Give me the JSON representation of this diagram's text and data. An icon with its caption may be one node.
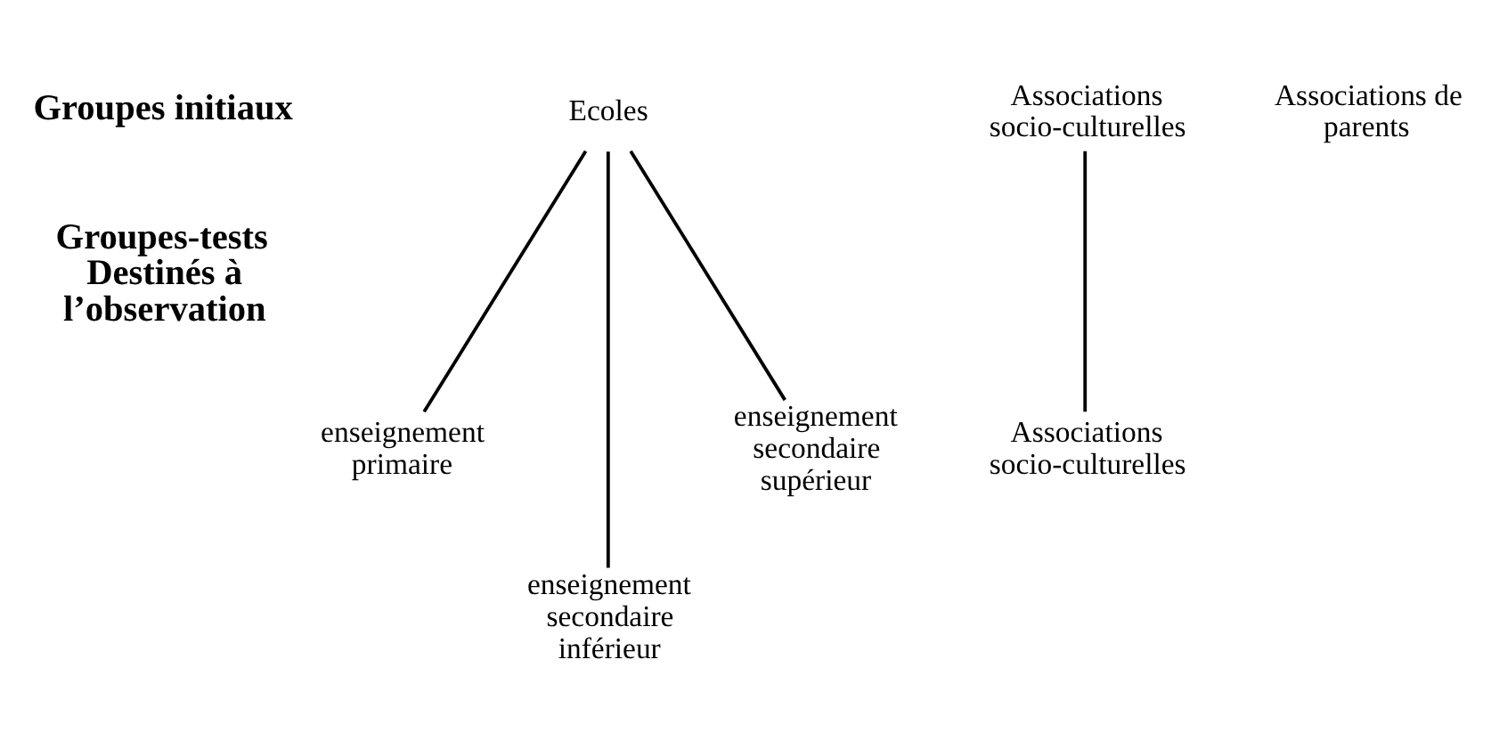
{
  "diagram": {
    "nodes": [
      {
        "text": [
          "Ecoles"
        ]
      },
      {
        "text": [
          "Associations socio-culturelles"
        ]
      },
      {
        "text": [
          "Associations de parents"
        ]
      },
      {
        "text": [
          "enseignement primaire"
        ]
      },
      {
        "text": [
          "enseignement secondaire inférieur"
        ]
      },
      {
        "text": [
          "enseignement secondaire supérieur"
        ]
      },
      {
        "text": [
          "Associations socio-culturelles"
        ]
      }
    ],
    "edges": [
      {
        "from": 0,
        "to": 3,
        "arrow": "none"
      },
      {
        "from": 0,
        "to": 4,
        "arrow": "none"
      },
      {
        "from": 0,
        "to": 5,
        "arrow": "none"
      },
      {
        "from": 1,
        "to": 6,
        "arrow": "none"
      }
    ],
    "labels": [
      "Groupes initiaux",
      "Groupes-tests Destinés à l’observation"
    ]
  }
}
